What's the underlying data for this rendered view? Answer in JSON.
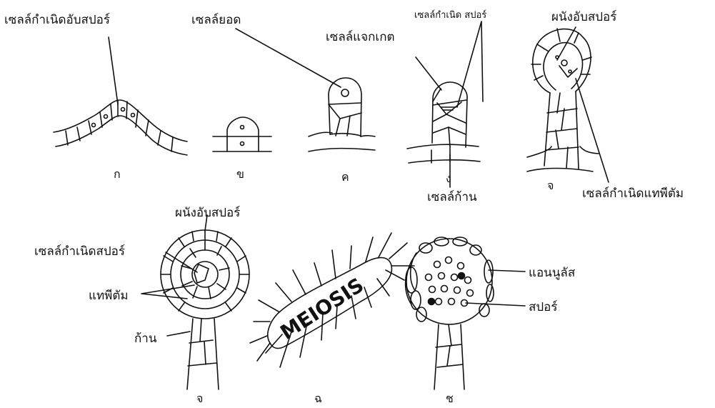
{
  "labels": {
    "archesporial_cell": "เซลล์กำเนิดอับสปอร์",
    "apical_cell": "เซลล์ยอด",
    "differentiated_cell": "เซลล์แจกเกต",
    "sporogenous_cell_top": "เซลล์กำเนิด สปอร์",
    "sporangium_wall_top": "ผนังอับสปอร์",
    "stalk_cell": "เซลล์ก้าน",
    "tapetum_initial": "เซลล์กำเนิดแทพีตัม",
    "sporangium_wall": "ผนังอับสปอร์",
    "sporogenous_cell": "เซลล์กำเนิดสปอร์",
    "tapetum": "แทพีตัม",
    "stalk": "ก้าน",
    "annulus": "แอนนูลัส",
    "spore": "สปอร์",
    "meiosis": "MEIOSIS"
  },
  "stages": {
    "a": "ก",
    "b": "ข",
    "c": "ค",
    "d": "ง",
    "e": "จ",
    "f": "จ",
    "g": "ฉ",
    "h": "ช"
  },
  "colors": {
    "ink": "#111111",
    "background": "#ffffff"
  }
}
